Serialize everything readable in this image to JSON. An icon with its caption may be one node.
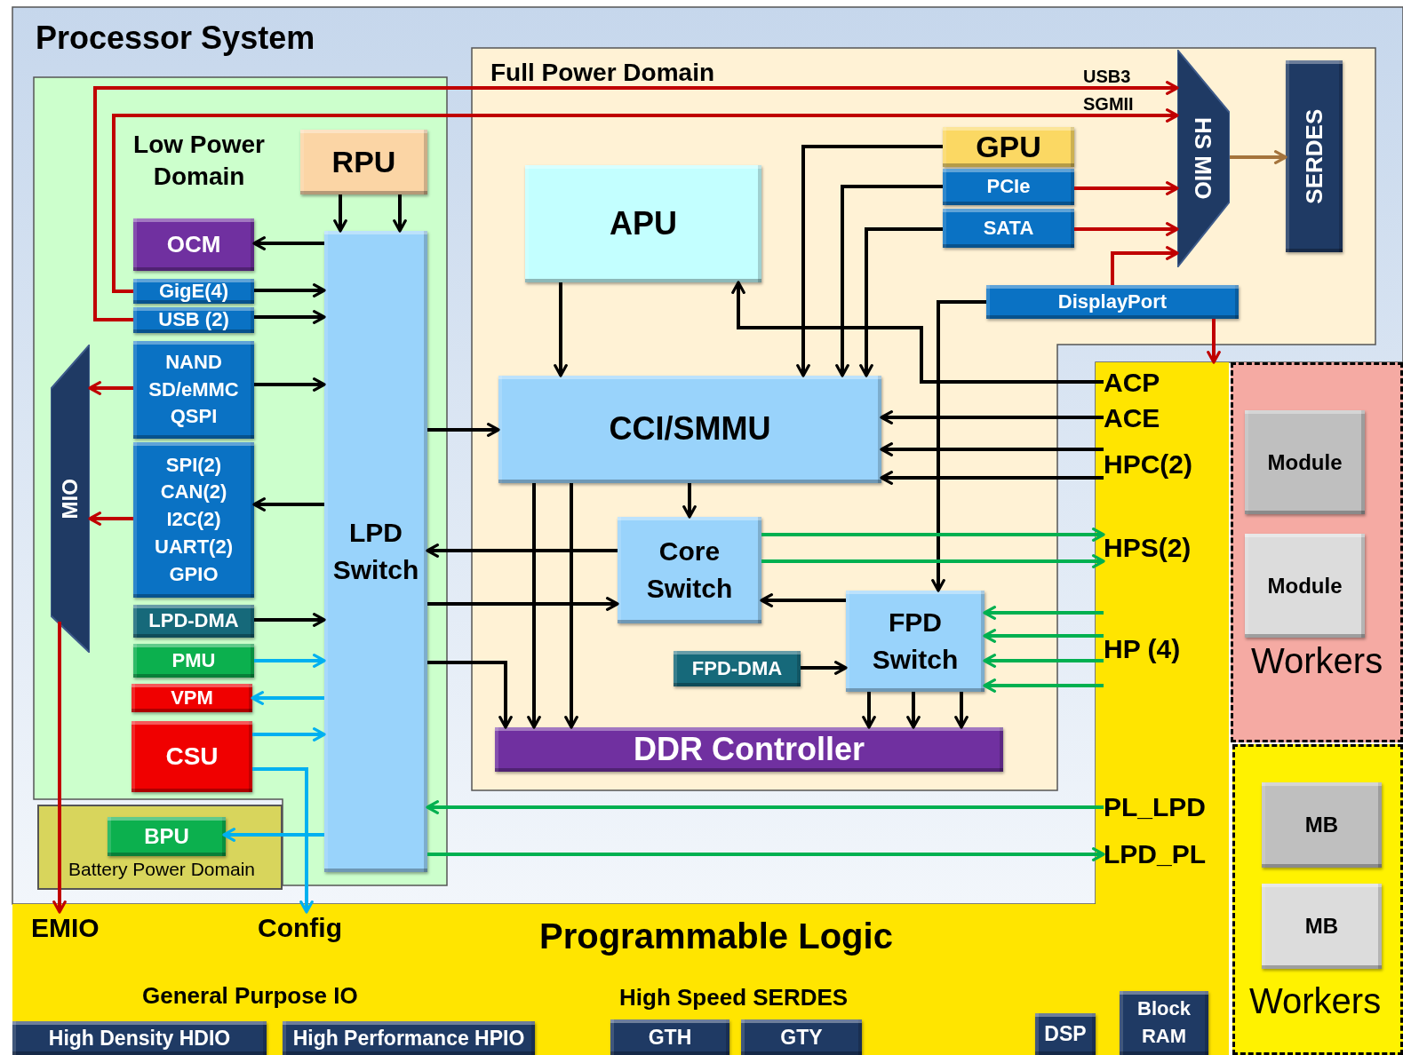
{
  "diagram": {
    "nodes": [
      {
        "text": [
          "Processor System"
        ]
      },
      {
        "text": [
          "Low Power Domain"
        ],
        "in": 0
      },
      {
        "text": [
          "RPU"
        ],
        "in": 1
      },
      {
        "text": [
          "OCM"
        ],
        "in": 1
      },
      {
        "text": [
          "GigE(4)"
        ],
        "in": 1
      },
      {
        "text": [
          "USB (2)"
        ],
        "in": 1
      },
      {
        "text": [
          "NAND",
          "SD/eMMC",
          "QSPI"
        ],
        "in": 1
      },
      {
        "text": [
          "SPI(2)",
          "CAN(2)",
          "I2C(2)",
          "UART(2)",
          "GPIO"
        ],
        "in": 1
      },
      {
        "text": [
          "LPD-DMA"
        ],
        "in": 1
      },
      {
        "text": [
          "PMU"
        ],
        "in": 1
      },
      {
        "text": [
          "VPM"
        ],
        "in": 1
      },
      {
        "text": [
          "CSU"
        ],
        "in": 1
      },
      {
        "text": [
          "LPD Switch"
        ],
        "in": 1
      },
      {
        "text": [
          "MIO"
        ],
        "in": 1
      },
      {
        "text": [
          "Battery Power Domain"
        ],
        "in": 0
      },
      {
        "text": [
          "BPU"
        ],
        "in": 14
      },
      {
        "text": [
          "Full Power Domain"
        ],
        "in": 0
      },
      {
        "text": [
          "APU"
        ],
        "in": 16
      },
      {
        "text": [
          "GPU"
        ],
        "in": 16
      },
      {
        "text": [
          "PCIe"
        ],
        "in": 16
      },
      {
        "text": [
          "SATA"
        ],
        "in": 16
      },
      {
        "text": [
          "HS MIO"
        ],
        "in": 16
      },
      {
        "text": [
          "SERDES"
        ],
        "in": 16
      },
      {
        "text": [
          "DisplayPort"
        ],
        "in": 16
      },
      {
        "text": [
          "CCI/SMMU"
        ],
        "in": 16
      },
      {
        "text": [
          "Core Switch"
        ],
        "in": 16
      },
      {
        "text": [
          "FPD-DMA"
        ],
        "in": 16
      },
      {
        "text": [
          "FPD Switch"
        ],
        "in": 16
      },
      {
        "text": [
          "DDR Controller"
        ],
        "in": 16
      },
      {
        "text": [
          "Programmable Logic"
        ]
      },
      {
        "text": [
          "ACP"
        ],
        "in": 29
      },
      {
        "text": [
          "ACE"
        ],
        "in": 29
      },
      {
        "text": [
          "HPC(2)"
        ],
        "in": 29
      },
      {
        "text": [
          "HPS(2)"
        ],
        "in": 29
      },
      {
        "text": [
          "HP (4)"
        ],
        "in": 29
      },
      {
        "text": [
          "PL_LPD"
        ],
        "in": 29
      },
      {
        "text": [
          "LPD_PL"
        ],
        "in": 29
      },
      {
        "text": [
          "EMIO"
        ],
        "in": 29
      },
      {
        "text": [
          "Config"
        ],
        "in": 29
      },
      {
        "text": [
          "High Density HDIO"
        ],
        "in": 29
      },
      {
        "text": [
          "High Performance HPIO"
        ],
        "in": 29
      },
      {
        "text": [
          "GTH"
        ],
        "in": 29
      },
      {
        "text": [
          "GTY"
        ],
        "in": 29
      },
      {
        "text": [
          "DSP"
        ],
        "in": 29
      },
      {
        "text": [
          "Block RAM"
        ],
        "in": 29
      },
      {
        "text": [
          "Workers"
        ]
      },
      {
        "text": [
          "Module"
        ],
        "in": 45
      },
      {
        "text": [
          "Module"
        ],
        "in": 45
      },
      {
        "text": [
          "Workers"
        ]
      },
      {
        "text": [
          "MB"
        ],
        "in": 48
      },
      {
        "text": [
          "MB"
        ],
        "in": 48
      }
    ],
    "edges": [
      {
        "from": 5,
        "to": 21,
        "arrow": "to",
        "label": "USB3",
        "color": "#c00000"
      },
      {
        "from": 4,
        "to": 21,
        "arrow": "to",
        "label": "SGMII",
        "color": "#c00000"
      },
      {
        "from": 2,
        "to": 12,
        "arrow": "to"
      },
      {
        "from": 2,
        "to": 12,
        "arrow": "to"
      },
      {
        "from": 12,
        "to": 3,
        "arrow": "to"
      },
      {
        "from": 4,
        "to": 12,
        "arrow": "to"
      },
      {
        "from": 5,
        "to": 12,
        "arrow": "to"
      },
      {
        "from": 6,
        "to": 12,
        "arrow": "to"
      },
      {
        "from": 6,
        "to": 13,
        "arrow": "to",
        "color": "#c00000"
      },
      {
        "from": 12,
        "to": 7,
        "arrow": "to"
      },
      {
        "from": 7,
        "to": 13,
        "arrow": "to",
        "color": "#c00000"
      },
      {
        "from": 8,
        "to": 12,
        "arrow": "to"
      },
      {
        "from": 9,
        "to": 12,
        "arrow": "to",
        "color": "#00b0f0"
      },
      {
        "from": 12,
        "to": 10,
        "arrow": "to",
        "color": "#00b0f0"
      },
      {
        "from": 11,
        "to": 12,
        "arrow": "to",
        "color": "#00b0f0"
      },
      {
        "from": 11,
        "to": 38,
        "arrow": "to",
        "color": "#00b0f0"
      },
      {
        "from": 12,
        "to": 15,
        "arrow": "to",
        "color": "#00b0f0"
      },
      {
        "from": 13,
        "to": 37,
        "arrow": "to",
        "color": "#c00000"
      },
      {
        "from": 12,
        "to": 24,
        "arrow": "to"
      },
      {
        "from": 17,
        "to": 24,
        "arrow": "to"
      },
      {
        "from": 18,
        "to": 24,
        "arrow": "to"
      },
      {
        "from": 19,
        "to": 24,
        "arrow": "to"
      },
      {
        "from": 20,
        "to": 24,
        "arrow": "to"
      },
      {
        "from": 19,
        "to": 21,
        "arrow": "to",
        "color": "#c00000"
      },
      {
        "from": 20,
        "to": 21,
        "arrow": "to",
        "color": "#c00000"
      },
      {
        "from": 23,
        "to": 21,
        "arrow": "to",
        "color": "#c00000"
      },
      {
        "from": 21,
        "to": 22,
        "arrow": "to",
        "color": "#a5743c"
      },
      {
        "from": 23,
        "to": 29,
        "arrow": "to",
        "color": "#c00000"
      },
      {
        "from": 23,
        "to": 27,
        "arrow": "to"
      },
      {
        "from": 30,
        "to": 17,
        "arrow": "to"
      },
      {
        "from": 31,
        "to": 24,
        "arrow": "to"
      },
      {
        "from": 32,
        "to": 24,
        "arrow": "to"
      },
      {
        "from": 32,
        "to": 24,
        "arrow": "to"
      },
      {
        "from": 24,
        "to": 25,
        "arrow": "to"
      },
      {
        "from": 25,
        "to": 33,
        "arrow": "to",
        "color": "#00b050"
      },
      {
        "from": 25,
        "to": 33,
        "arrow": "to",
        "color": "#00b050"
      },
      {
        "from": 34,
        "to": 27,
        "arrow": "to",
        "color": "#00b050"
      },
      {
        "from": 34,
        "to": 27,
        "arrow": "to",
        "color": "#00b050"
      },
      {
        "from": 34,
        "to": 27,
        "arrow": "to",
        "color": "#00b050"
      },
      {
        "from": 34,
        "to": 27,
        "arrow": "to",
        "color": "#00b050"
      },
      {
        "from": 27,
        "to": 25,
        "arrow": "to"
      },
      {
        "from": 26,
        "to": 27,
        "arrow": "to"
      },
      {
        "from": 12,
        "to": 25,
        "arrow": "to"
      },
      {
        "from": 25,
        "to": 12,
        "arrow": "to"
      },
      {
        "from": 24,
        "to": 28,
        "arrow": "to"
      },
      {
        "from": 24,
        "to": 28,
        "arrow": "to"
      },
      {
        "from": 12,
        "to": 28,
        "arrow": "to"
      },
      {
        "from": 27,
        "to": 28,
        "arrow": "to"
      },
      {
        "from": 27,
        "to": 28,
        "arrow": "to"
      },
      {
        "from": 27,
        "to": 28,
        "arrow": "to"
      },
      {
        "from": 35,
        "to": 12,
        "arrow": "to",
        "color": "#00b050"
      },
      {
        "from": 12,
        "to": 36,
        "arrow": "to",
        "color": "#00b050"
      }
    ],
    "labels": [
      "General Purpose IO",
      "High Speed SERDES"
    ]
  }
}
